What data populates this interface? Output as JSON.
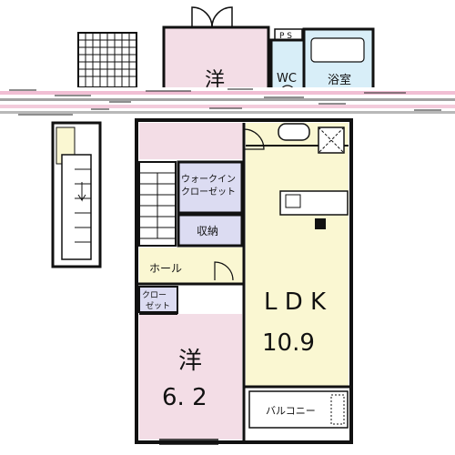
{
  "rooms": {
    "western_room_top": {
      "label": "洋"
    },
    "wc": {
      "label": "WC"
    },
    "bathroom": {
      "label": "浴室"
    },
    "ps": {
      "label": "P S"
    },
    "walk_in_closet": {
      "label": "ウォークイン\nクローゼット",
      "line1": "ウォークイン",
      "line2": "クローゼット"
    },
    "storage": {
      "label": "収納"
    },
    "hall": {
      "label": "ホール"
    },
    "closet": {
      "line1": "クロー",
      "line2": "ゼット"
    },
    "ldk": {
      "label": "L D K",
      "size": "10.9"
    },
    "western_room_bottom": {
      "label": "洋",
      "size": "6. 2"
    },
    "balcony": {
      "label": "バルコニー"
    }
  },
  "colors": {
    "wall": "#111111",
    "western_room_fill": "#f3dde6",
    "ldk_fill": "#faf7d2",
    "closet_fill": "#dcdcf2",
    "wet_fill": "#d8eef8",
    "hall_fill": "#faf7d2",
    "noise_pink": "#e58bb0",
    "noise_dark": "#333333"
  }
}
